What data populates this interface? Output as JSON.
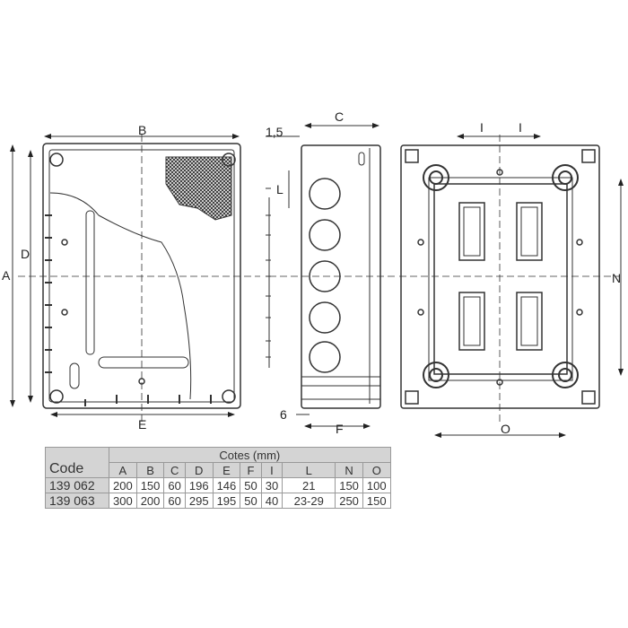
{
  "drawing": {
    "labels": {
      "A": "A",
      "B": "B",
      "C": "C",
      "D": "D",
      "E": "E",
      "F": "F",
      "I": "I",
      "L": "L",
      "N": "N",
      "O": "O",
      "one_five": "1,5",
      "six": "6"
    }
  },
  "table": {
    "group_header": "Cotes (mm)",
    "code_header": "Code",
    "columns": [
      "A",
      "B",
      "C",
      "D",
      "E",
      "F",
      "I",
      "L",
      "N",
      "O"
    ],
    "rows": [
      {
        "code": "139 062",
        "values": [
          "200",
          "150",
          "60",
          "196",
          "146",
          "50",
          "30",
          "21",
          "150",
          "100"
        ]
      },
      {
        "code": "139 063",
        "values": [
          "300",
          "200",
          "60",
          "295",
          "195",
          "50",
          "40",
          "23-29",
          "250",
          "150"
        ]
      }
    ]
  }
}
